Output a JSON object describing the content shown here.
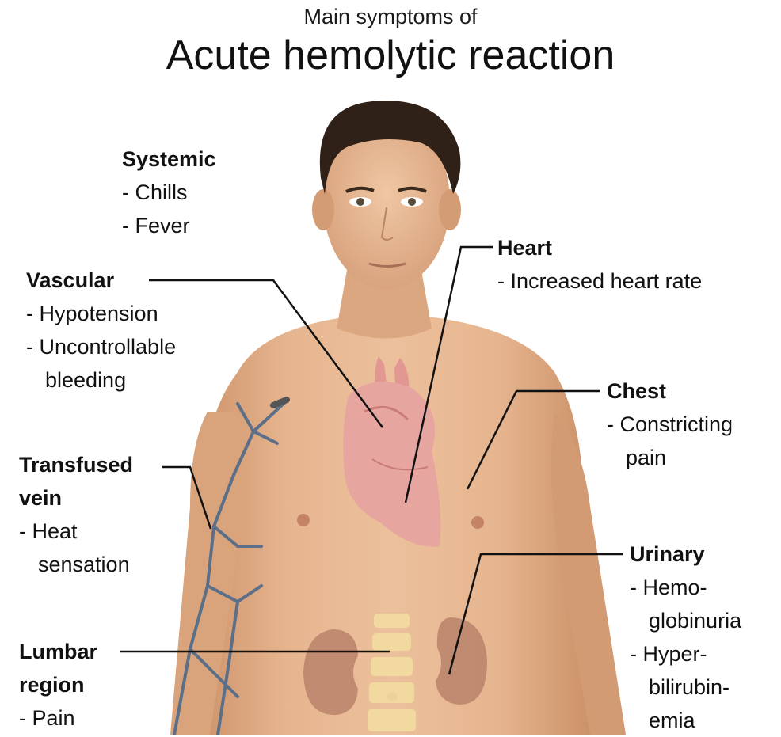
{
  "title": {
    "subtitle": "Main symptoms of",
    "main": "Acute hemolytic reaction"
  },
  "regions": {
    "systemic": {
      "heading": "Systemic",
      "items": [
        "- Chills",
        "- Fever"
      ]
    },
    "vascular": {
      "heading": "Vascular",
      "items": [
        "- Hypotension",
        "- Uncontrollable",
        "bleeding"
      ]
    },
    "heart": {
      "heading": "Heart",
      "items": [
        "- Increased heart rate"
      ]
    },
    "chest": {
      "heading": "Chest",
      "items": [
        "- Constricting",
        "pain"
      ]
    },
    "transfused_vein": {
      "heading_line1": "Transfused",
      "heading_line2": "vein",
      "items": [
        "- Heat",
        "sensation"
      ]
    },
    "urinary": {
      "heading": "Urinary",
      "items": [
        "- Hemo-",
        "globinuria",
        "- Hyper-",
        "bilirubin-",
        "emia"
      ]
    },
    "lumbar": {
      "heading_line1": "Lumbar",
      "heading_line2": "region",
      "items": [
        "- Pain"
      ]
    }
  },
  "colors": {
    "skin": "#e2ae86",
    "skin_shadow": "#c98d63",
    "hair": "#2f2118",
    "heart": "#e7a5a0",
    "kidney": "#b9836a",
    "vein": "#5c6f88",
    "spine": "#f2dca0",
    "leader_line": "#111111"
  }
}
